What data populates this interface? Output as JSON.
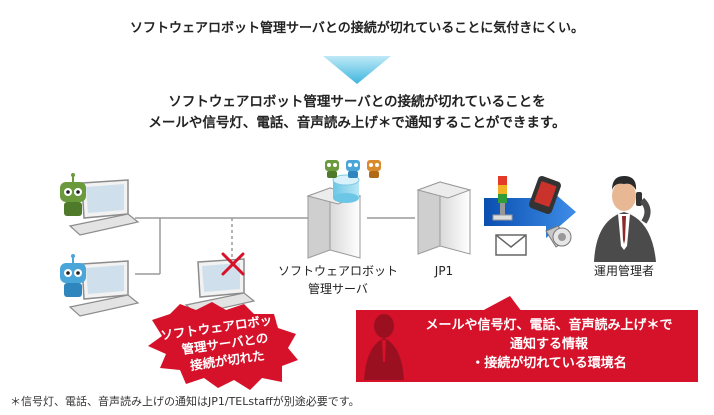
{
  "header": {
    "problem": "ソフトウェアロボット管理サーバとの接続が切れていることに気付きにくい。",
    "solution_line1": "ソフトウェアロボット管理サーバとの接続が切れていることを",
    "solution_line2": "メールや信号灯、電話、音声読み上げ＊で通知することができます。"
  },
  "labels": {
    "server_line1": "ソフトウェアロボット",
    "server_line2": "管理サーバ",
    "jp1": "JP1",
    "operator": "運用管理者"
  },
  "burst": {
    "line1": "ソフトウェアロボット",
    "line2": "管理サーバとの",
    "line3": "接続が切れた"
  },
  "callout": {
    "line1": "メールや信号灯、電話、音声読み上げ＊で",
    "line2": "通知する情報",
    "line3": "・接続が切れている環境名"
  },
  "footnote": "＊信号灯、電話、音声読み上げの通知はJP1/TELstaffが別途必要です。",
  "colors": {
    "arrow_cyan": "#5bc7e6",
    "alert_red": "#d6122a",
    "flow_blue": "#1d6fd1",
    "robot_green": "#6a9a3c",
    "robot_blue": "#4aa6d9",
    "robot_orange": "#d98a2a"
  }
}
